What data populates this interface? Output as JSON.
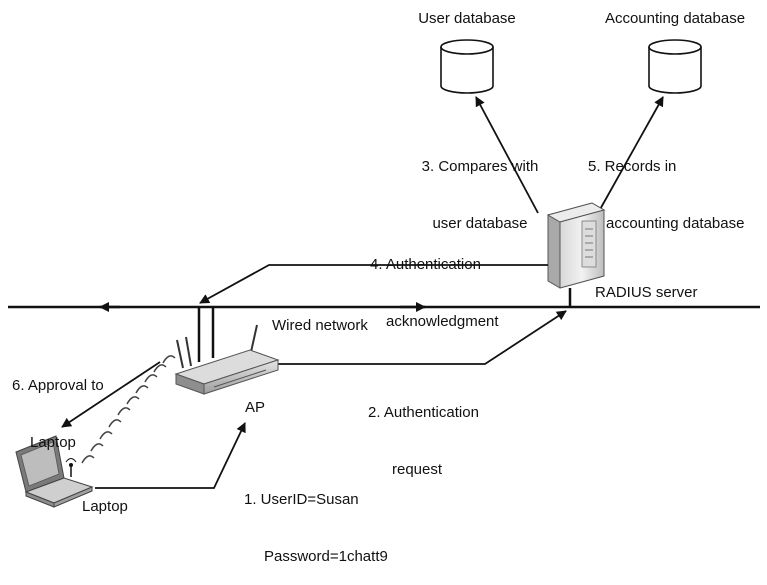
{
  "databases": {
    "user": {
      "label": "User database"
    },
    "accounting": {
      "label": "Accounting database"
    }
  },
  "steps": {
    "step1": {
      "line1": "1. UserID=Susan",
      "line2": "Password=1chatt9"
    },
    "step2": {
      "line1": "2. Authentication",
      "line2": "request"
    },
    "step3": {
      "line1": "3. Compares with",
      "line2": "user database"
    },
    "step4": {
      "line1": "4. Authentication",
      "line2": "acknowledgment"
    },
    "step5": {
      "line1": "5. Records in",
      "line2": "accounting database"
    },
    "step6": {
      "line1": "6. Approval to",
      "line2": "Laptop"
    }
  },
  "nodes": {
    "radius": {
      "label": "RADIUS server"
    },
    "network": {
      "label": "Wired network"
    },
    "ap": {
      "label": "AP"
    },
    "laptop": {
      "label": "Laptop"
    }
  }
}
